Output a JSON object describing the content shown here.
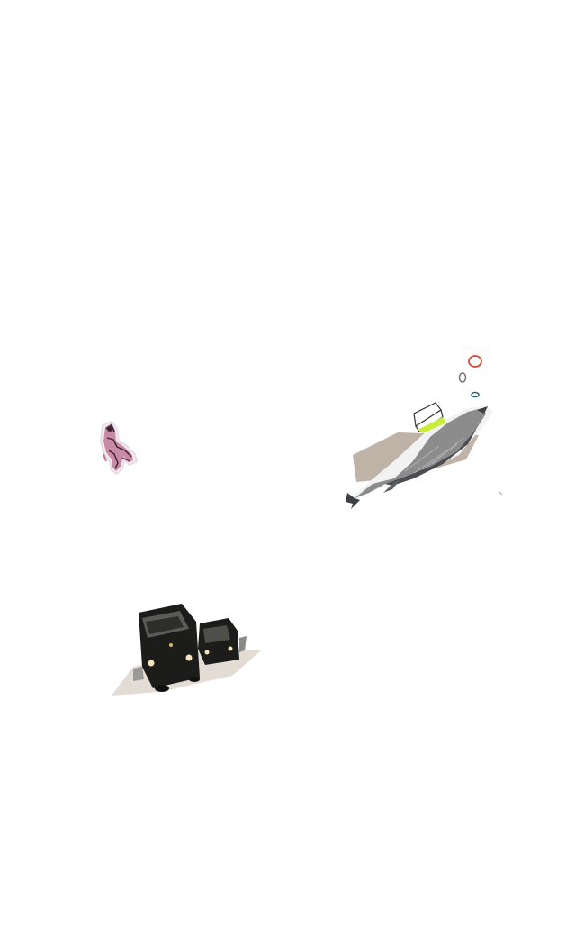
{
  "scene": {
    "background_color": "#ffffff",
    "elements": [
      {
        "id": "figure",
        "description_name": "pink-climbing-figure-cutout"
      },
      {
        "id": "whale",
        "description_name": "whale-with-boat-and-bubbles-cutout"
      },
      {
        "id": "rickshaw",
        "description_name": "two-auto-rickshaws-cutout"
      }
    ],
    "colors": {
      "figure_fill": "#c98aa6",
      "figure_dark": "#3a2230",
      "whale_body": "#8c8c8c",
      "whale_dark": "#4a4d52",
      "sand": "#b8aa9d",
      "boat_highlight": "#c9ec3a",
      "bubble_red": "#d64a2e",
      "bubble_gray": "#6d7377",
      "bubble_teal": "#2f6470",
      "rickshaw_body": "#1c1c1a",
      "rickshaw_light": "#f4e4b8",
      "road": "#e3dcd5"
    }
  }
}
